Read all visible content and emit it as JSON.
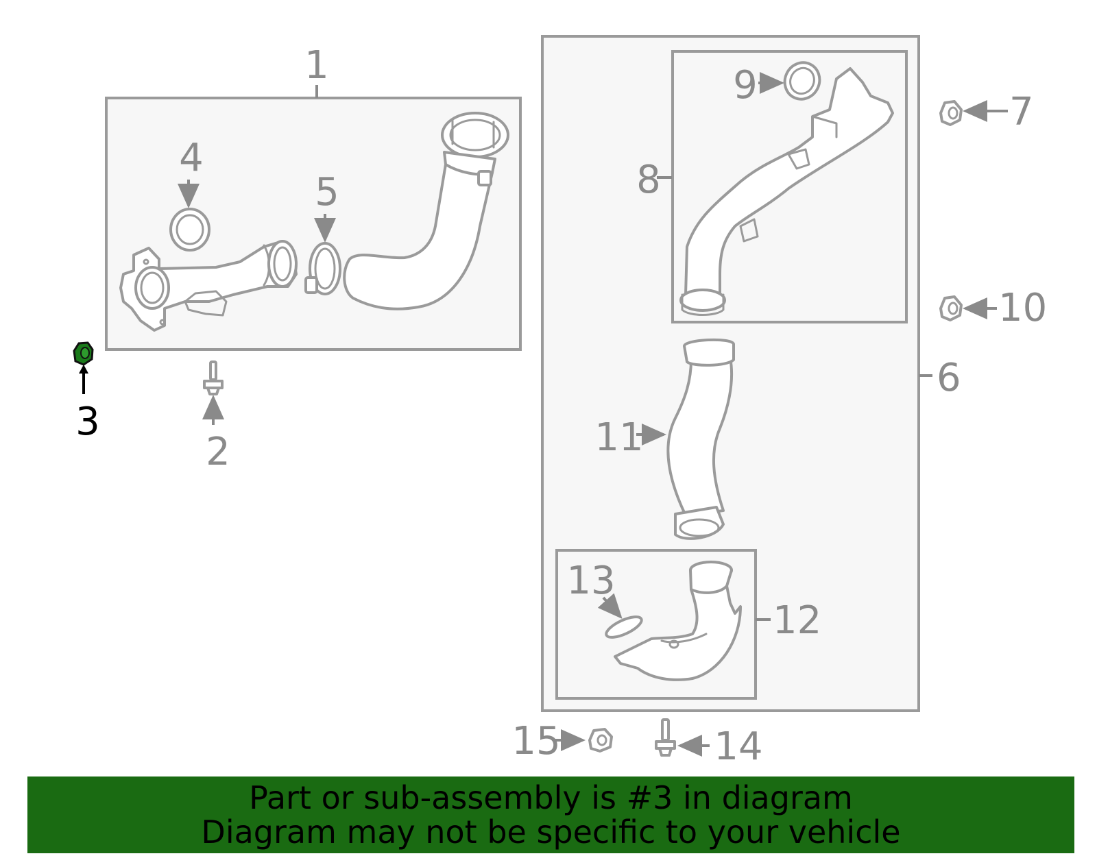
{
  "callouts": {
    "c1": "1",
    "c2": "2",
    "c3": "3",
    "c4": "4",
    "c5": "5",
    "c6": "6",
    "c7": "7",
    "c8": "8",
    "c9": "9",
    "c10": "10",
    "c11": "11",
    "c12": "12",
    "c13": "13",
    "c14": "14",
    "c15": "15"
  },
  "highlight": {
    "part": "3",
    "color": "#1a7a1a"
  },
  "banner": {
    "background": "#1a6b12",
    "line1": "Part or sub-assembly is #3 in diagram",
    "line2": "Diagram may not be specific to your vehicle"
  },
  "colors": {
    "outline": "#9a9a9a",
    "box_fill": "#f7f7f7",
    "label": "#8a8a8a"
  }
}
